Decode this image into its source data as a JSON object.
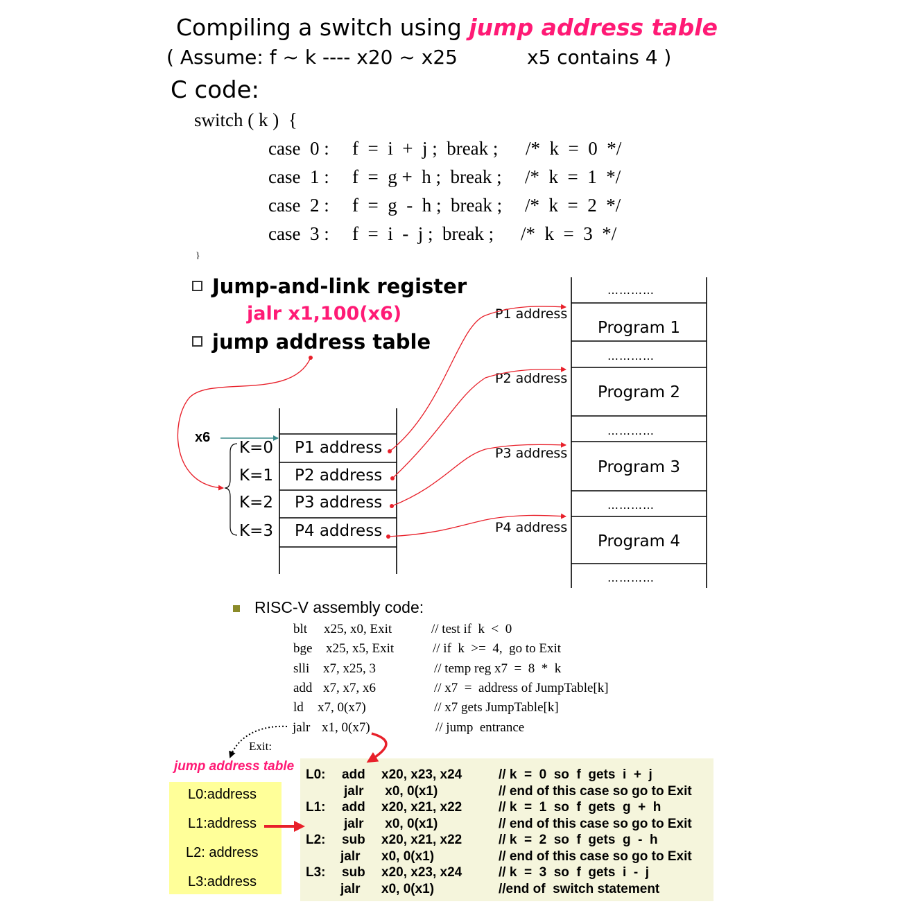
{
  "title": {
    "prefix": "Compiling a switch using ",
    "highlight": "jump address table"
  },
  "assume": {
    "left": "( Assume: f ~ k ---- x20 ~ x25",
    "right": "x5 contains 4 )"
  },
  "c_code": {
    "heading": "C code:",
    "switch_line": "switch ( k )  {",
    "cases": [
      {
        "label": "case  0 :",
        "stmt": "f  =  i  +  j ;  break ;",
        "comment": "/*  k  =  0  */"
      },
      {
        "label": "case  1 :",
        "stmt": "f  =  g +  h ;  break ;",
        "comment": "/*  k  =  1  */"
      },
      {
        "label": "case  2 :",
        "stmt": "f  =  g  -  h ;  break ;",
        "comment": "/*  k  =  2  */"
      },
      {
        "label": "case  3 :",
        "stmt": "f  =  i  -  j ;  break ;",
        "comment": "/*  k  =  3  */"
      }
    ],
    "closing": "}"
  },
  "bullets": {
    "jalr_heading": "Jump-and-link register",
    "jalr_example": "jalr x1,100(x6)",
    "jat_heading": "jump address table"
  },
  "table": {
    "base_reg": "x6",
    "rows": [
      {
        "k": "K=0",
        "entry": "P1 address"
      },
      {
        "k": "K=1",
        "entry": "P2 address"
      },
      {
        "k": "K=2",
        "entry": "P3 address"
      },
      {
        "k": "K=3",
        "entry": "P4 address"
      }
    ]
  },
  "memory": {
    "dots": "…………",
    "programs": [
      {
        "label": "Program 1",
        "pointer": "P1 address"
      },
      {
        "label": "Program 2",
        "pointer": "P2 address"
      },
      {
        "label": "Program 3",
        "pointer": "P3 address"
      },
      {
        "label": "Program 4",
        "pointer": "P4 address"
      }
    ]
  },
  "assembly": {
    "heading": "RISC-V assembly code:",
    "lines": [
      {
        "op": "blt",
        "args": "x25, x0, Exit",
        "comment": "// test if  k  <  0"
      },
      {
        "op": "bge",
        "args": "x25, x5, Exit",
        "comment": "// if  k  >=  4,  go to Exit"
      },
      {
        "op": "slli",
        "args": "x7, x25, 3",
        "comment": "// temp reg x7  =  8  *  k"
      },
      {
        "op": "add",
        "args": "x7, x7, x6",
        "comment": "// x7  =  address of JumpTable[k]"
      },
      {
        "op": "ld",
        "args": "x7, 0(x7)",
        "comment": "// x7 gets JumpTable[k]"
      },
      {
        "op": "jalr",
        "args": "x1, 0(x7)",
        "comment": "// jump  entrance"
      }
    ],
    "exit_label": "Exit:"
  },
  "jump_table_box": {
    "title": "jump address table",
    "entries": [
      "L0:address",
      "L1:address",
      "L2: address",
      "L3:address"
    ]
  },
  "case_code": [
    {
      "label": "L0:",
      "op": "add",
      "args": "x20, x23, x24",
      "comment": "// k  =  0  so  f  gets  i  +  j"
    },
    {
      "label": "",
      "op": "jalr",
      "args": " x0, 0(x1)",
      "comment": "// end of this case so go to Exit"
    },
    {
      "label": "L1:",
      "op": "add",
      "args": "x20, x21, x22",
      "comment": "// k  =  1  so  f  gets  g  +  h"
    },
    {
      "label": "",
      "op": "jalr",
      "args": " x0, 0(x1)",
      "comment": "// end of this case so go to Exit"
    },
    {
      "label": "L2:",
      "op": "sub",
      "args": "x20, x21, x22",
      "comment": "// k  =  2  so  f  gets  g  -  h"
    },
    {
      "label": "",
      "op": "jalr",
      "args": "x0, 0(x1)",
      "comment": "// end of this case so go to Exit"
    },
    {
      "label": "L3:",
      "op": "sub",
      "args": "x20, x23, x24",
      "comment": "// k  =  3  so  f  gets  i  -  j"
    },
    {
      "label": "",
      "op": "jalr",
      "args": "x0, 0(x1)",
      "comment": "//end of  switch statement"
    }
  ],
  "colors": {
    "accent": "#ff1a75",
    "arrow": "#e8202a",
    "x6_arrow": "#3a8a8a",
    "yellow": "#ffff99",
    "beige": "#f5f5dc",
    "bullet_green": "#8b8b2a"
  }
}
